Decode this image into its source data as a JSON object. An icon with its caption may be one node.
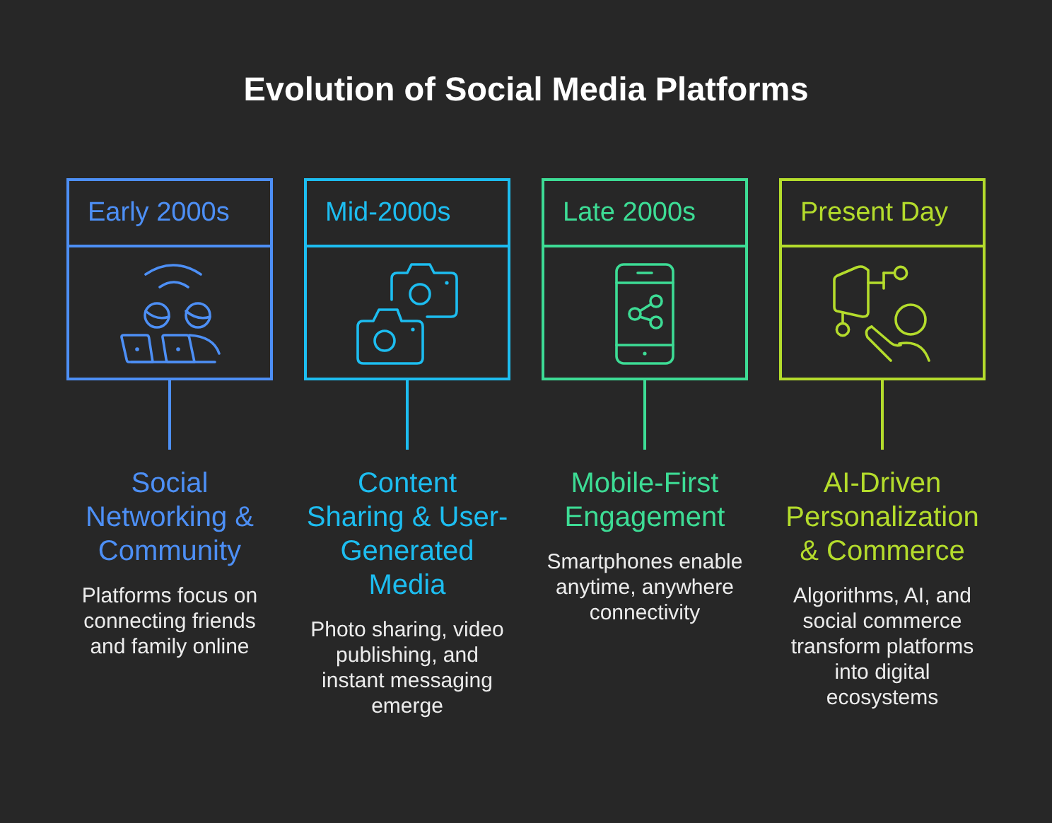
{
  "diagram": {
    "title": "Evolution of Social Media Platforms",
    "nodes": [
      {
        "text": [
          "Early 2000s"
        ]
      },
      {
        "text": [
          "Mid-2000s"
        ]
      },
      {
        "text": [
          "Late 2000s"
        ]
      },
      {
        "text": [
          "Present Day"
        ]
      },
      {
        "text": [
          "Social Networking & Community",
          "Platforms focus on connecting friends and family online"
        ]
      },
      {
        "text": [
          "Content Sharing & User-Generated Media",
          "Photo sharing, video publishing, and instant messaging emerge"
        ]
      },
      {
        "text": [
          "Mobile-First Engagement",
          "Smartphones enable anytime, anywhere connectivity"
        ]
      },
      {
        "text": [
          "AI-Driven Personalization & Commerce",
          "Algorithms, AI, and social commerce transform platforms into digital ecosystems"
        ]
      }
    ],
    "edges": [
      {
        "from": 0,
        "to": 4,
        "arrow": "none",
        "color": "#4d8ff5"
      },
      {
        "from": 1,
        "to": 5,
        "arrow": "none",
        "color": "#1dbdf0"
      },
      {
        "from": 2,
        "to": 6,
        "arrow": "none",
        "color": "#3ddc95"
      },
      {
        "from": 3,
        "to": 7,
        "arrow": "none",
        "color": "#b4dc2c"
      }
    ]
  }
}
